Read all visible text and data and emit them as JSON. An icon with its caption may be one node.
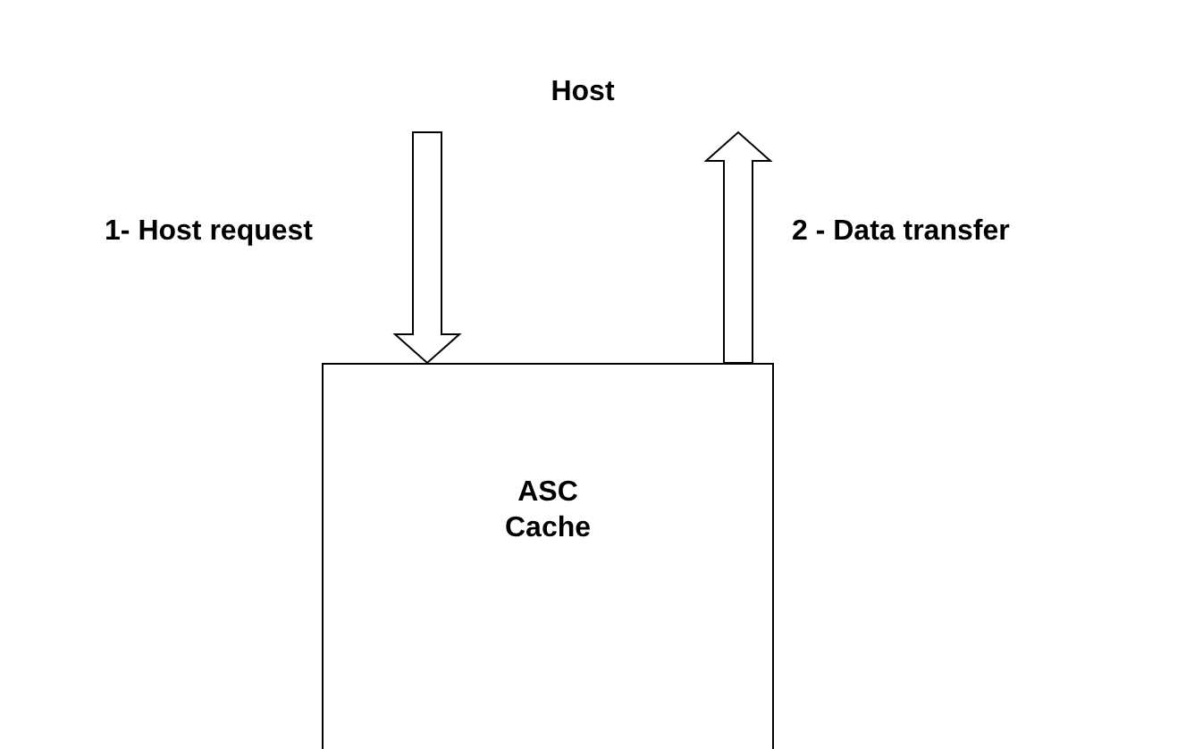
{
  "diagram": {
    "nodes": [
      {
        "text": [
          "Host"
        ]
      },
      {
        "text": [
          "ASC Cache"
        ]
      }
    ],
    "edges": [
      {
        "from": 0,
        "to": 1,
        "arrow": "to",
        "label": "1- Host request"
      },
      {
        "from": 1,
        "to": 0,
        "arrow": "to",
        "label": "2 - Data transfer"
      }
    ]
  }
}
